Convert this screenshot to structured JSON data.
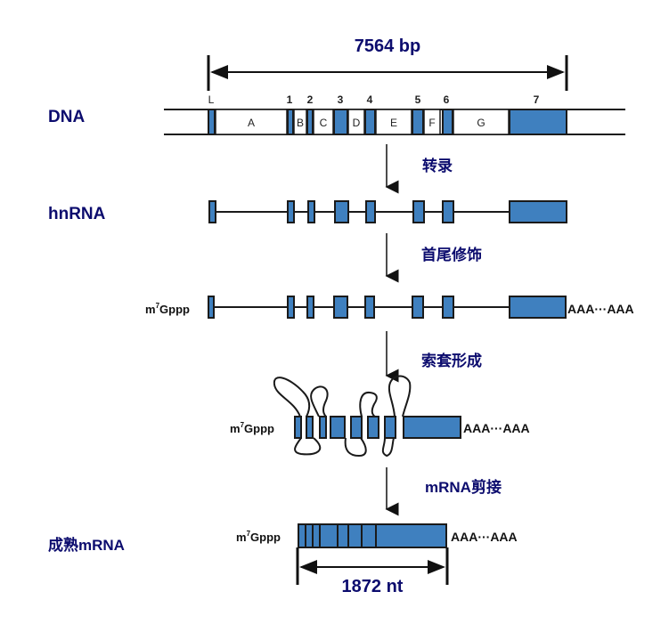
{
  "title_length": "7564 bp",
  "mature_length": "1872 nt",
  "colors": {
    "exon": "#3f80bf",
    "label": "#0c0c6e",
    "outline": "#1a1a1a"
  },
  "row_labels": {
    "dna": "DNA",
    "hnrna": "hnRNA",
    "mature": "成熟mRNA"
  },
  "steps": {
    "transcription": "转录",
    "capping_tailing": "首尾修饰",
    "lariat": "索套形成",
    "splicing": "mRNA剪接"
  },
  "cap": {
    "base": "m",
    "sup": "7",
    "rest": "Gppp"
  },
  "polya": "AAA···AAA",
  "exon_labels": [
    "L",
    "1",
    "2",
    "3",
    "4",
    "5",
    "6",
    "7"
  ],
  "intron_labels": [
    "A",
    "B",
    "C",
    "D",
    "E",
    "F",
    "G"
  ]
}
